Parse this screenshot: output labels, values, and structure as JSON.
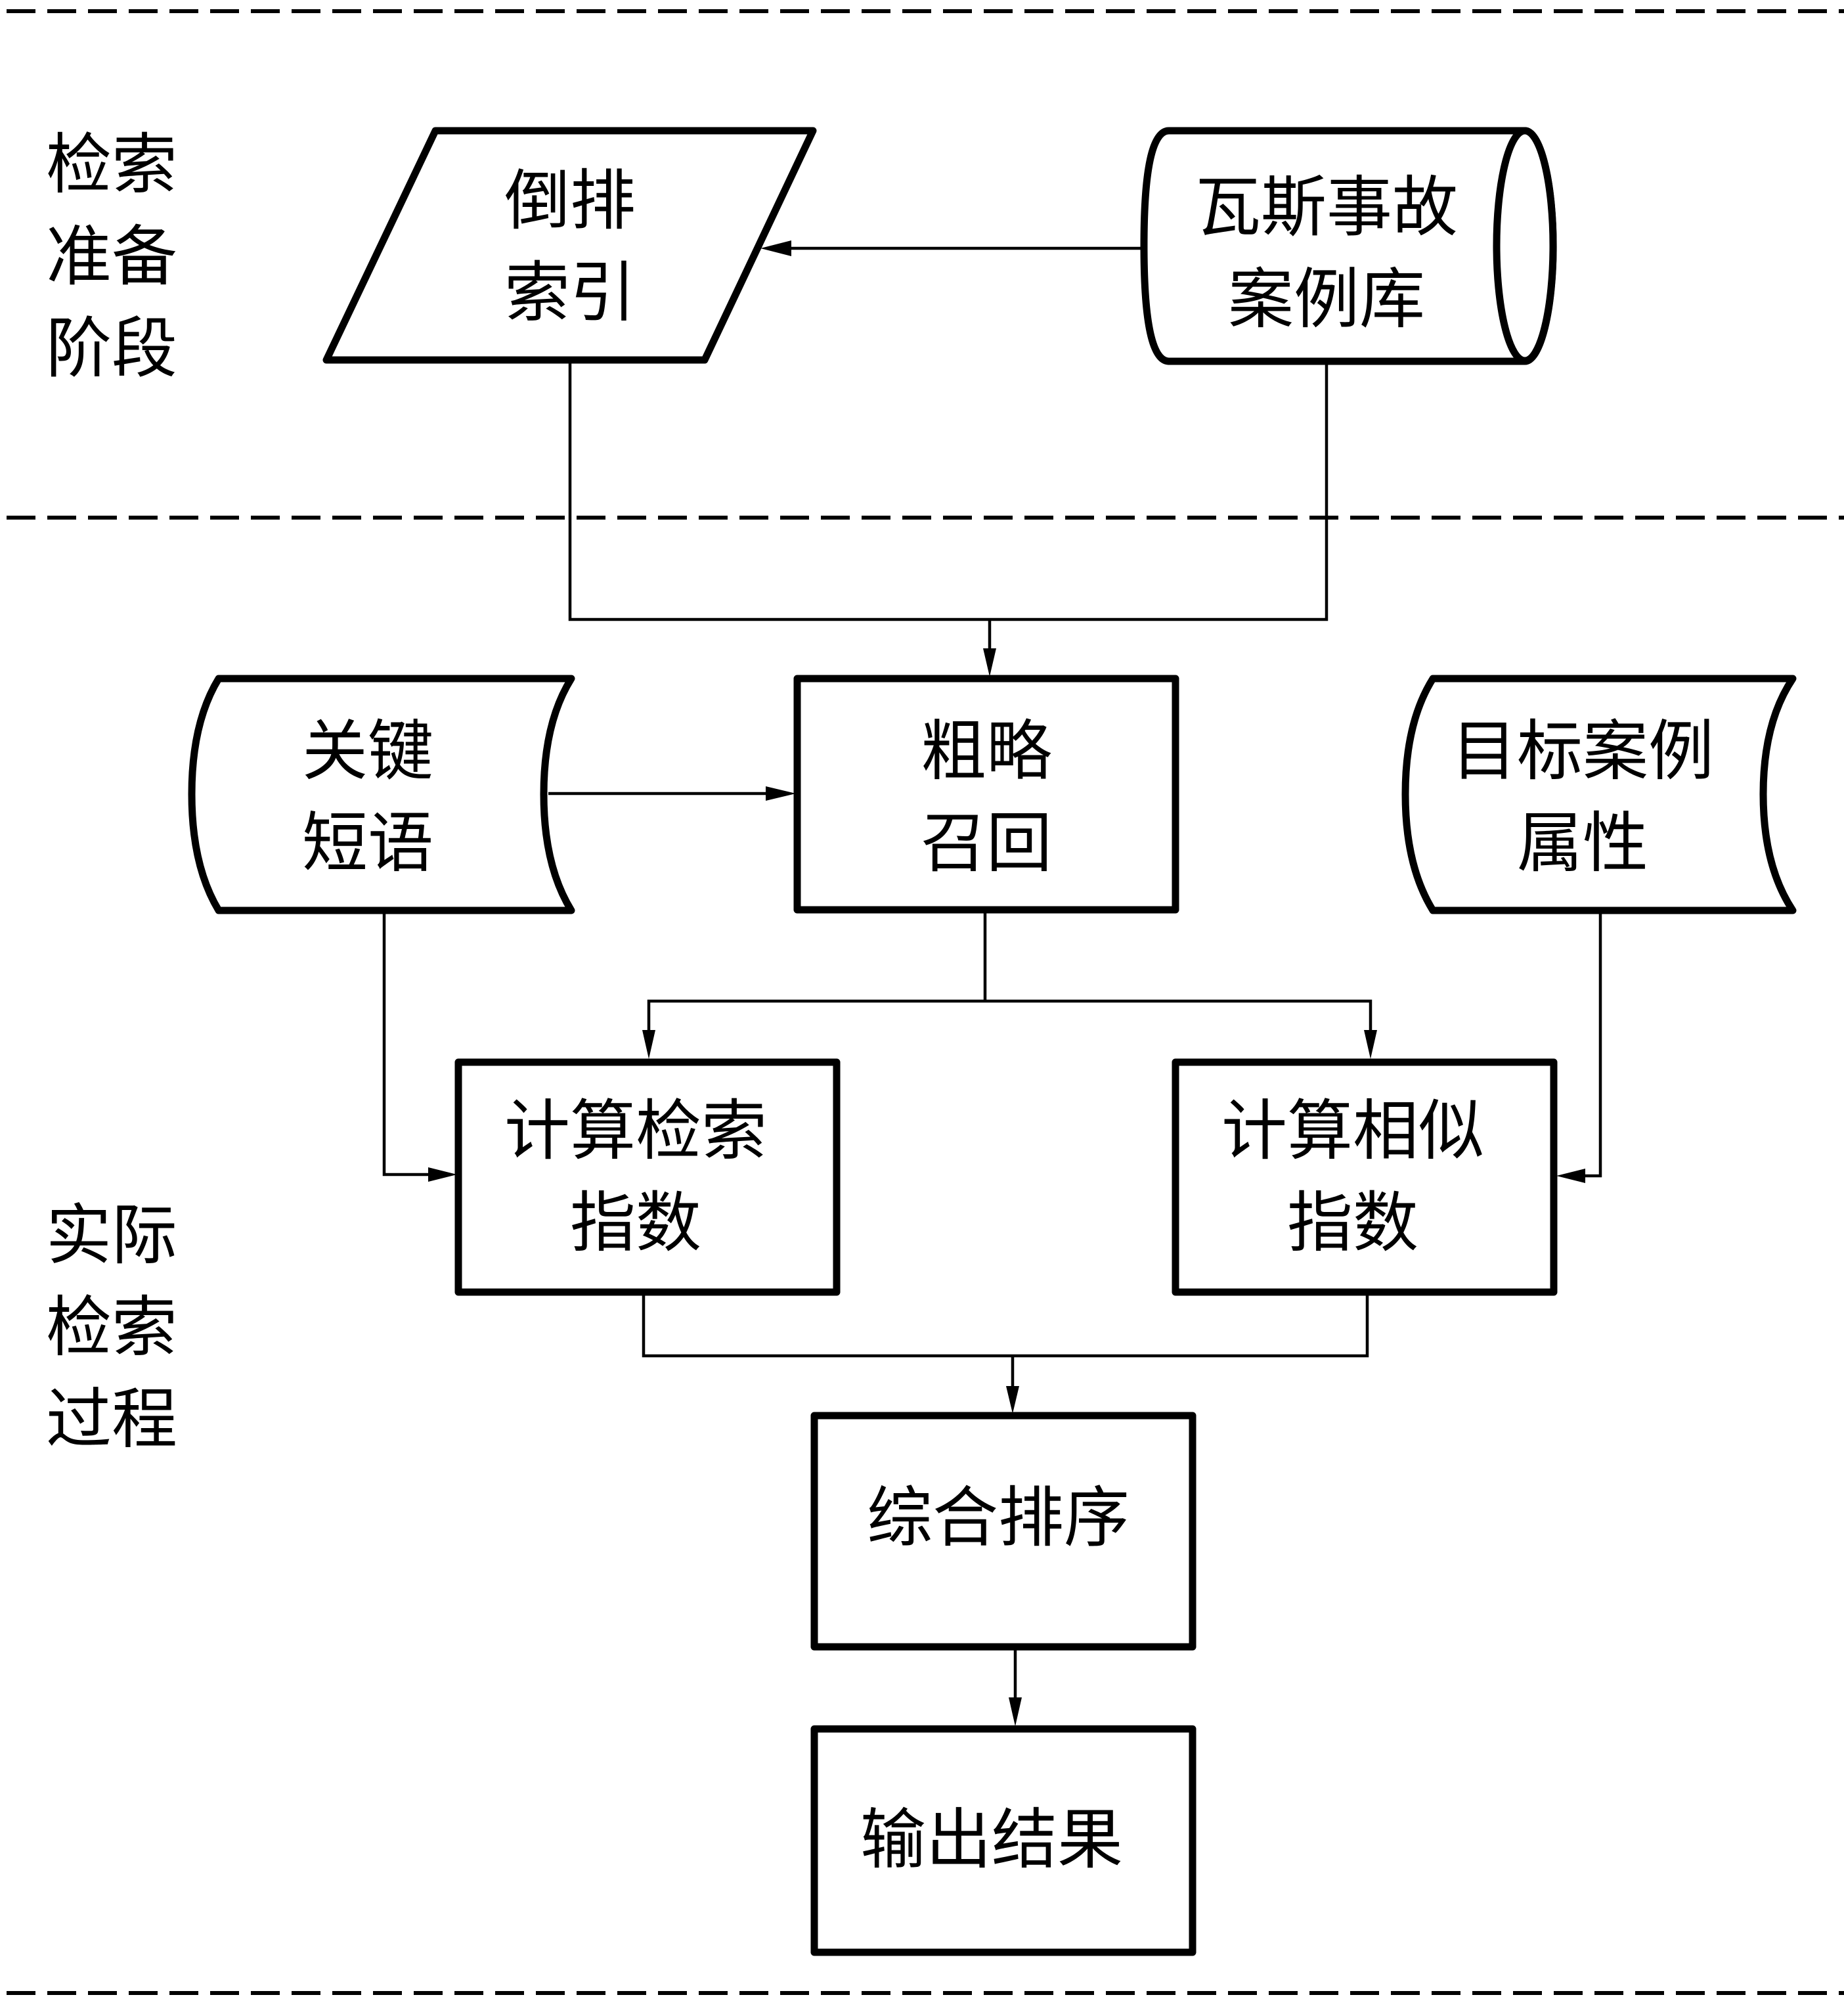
{
  "diagram": {
    "phases": [
      {
        "id": "prep",
        "lines": [
          "检索",
          "准备",
          "阶段"
        ]
      },
      {
        "id": "actual",
        "lines": [
          "实际",
          "检索",
          "过程"
        ]
      }
    ],
    "nodes": {
      "inverted_index": {
        "shape": "parallelogram",
        "lines": [
          "倒排",
          "索引"
        ]
      },
      "case_library": {
        "shape": "cylinder",
        "lines": [
          "瓦斯事故",
          "案例库"
        ]
      },
      "key_phrases": {
        "shape": "stored-data",
        "lines": [
          "关键",
          "短语"
        ]
      },
      "coarse_recall": {
        "shape": "process",
        "lines": [
          "粗略",
          "召回"
        ]
      },
      "target_attributes": {
        "shape": "stored-data",
        "lines": [
          "目标案例",
          "属性"
        ]
      },
      "retrieval_index": {
        "shape": "process",
        "lines": [
          "计算检索",
          "指数"
        ]
      },
      "similarity_index": {
        "shape": "process",
        "lines": [
          "计算相似",
          "指数"
        ]
      },
      "ranking": {
        "shape": "process",
        "lines": [
          "综合排序"
        ]
      },
      "output": {
        "shape": "process",
        "lines": [
          "输出结果"
        ]
      }
    },
    "edges": [
      {
        "from": "case_library",
        "to": "inverted_index"
      },
      {
        "from": "inverted_index",
        "to": "coarse_recall"
      },
      {
        "from": "case_library",
        "to": "coarse_recall"
      },
      {
        "from": "key_phrases",
        "to": "coarse_recall"
      },
      {
        "from": "coarse_recall",
        "to": "retrieval_index"
      },
      {
        "from": "coarse_recall",
        "to": "similarity_index"
      },
      {
        "from": "key_phrases",
        "to": "retrieval_index"
      },
      {
        "from": "target_attributes",
        "to": "similarity_index"
      },
      {
        "from": "retrieval_index",
        "to": "ranking"
      },
      {
        "from": "similarity_index",
        "to": "ranking"
      },
      {
        "from": "ranking",
        "to": "output"
      }
    ]
  }
}
